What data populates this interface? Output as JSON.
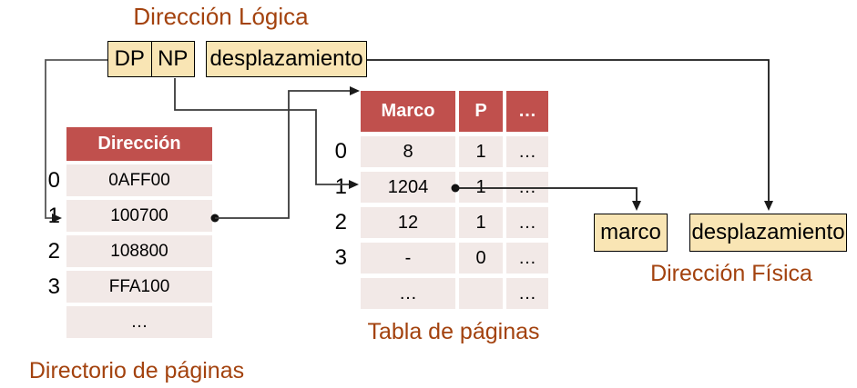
{
  "colors": {
    "accent_brown": "#A3420E",
    "header_red": "#C0504D",
    "row_pink": "#F2E9E7",
    "box_cream": "#F9E5B4",
    "line": "#333333"
  },
  "logical_address": {
    "title": "Dirección Lógica",
    "dp_label": "DP",
    "np_label": "NP",
    "offset_label": "desplazamiento"
  },
  "page_directory": {
    "caption": "Directorio de páginas",
    "header": "Dirección",
    "row_labels": [
      "0",
      "1",
      "2",
      "3",
      ""
    ],
    "rows": [
      "0AFF00",
      "100700",
      "108800",
      "FFA100",
      "…"
    ]
  },
  "page_table": {
    "caption": "Tabla de páginas",
    "headers": [
      "Marco",
      "P",
      "…"
    ],
    "row_labels": [
      "0",
      "1",
      "2",
      "3",
      ""
    ],
    "rows": [
      [
        "8",
        "1",
        "…"
      ],
      [
        "1204",
        "1",
        "…"
      ],
      [
        "12",
        "1",
        "…"
      ],
      [
        "-",
        "0",
        "…"
      ],
      [
        "…",
        "",
        "…"
      ]
    ]
  },
  "physical_address": {
    "caption": "Dirección Física",
    "frame_label": "marco",
    "offset_label": "desplazamiento"
  }
}
